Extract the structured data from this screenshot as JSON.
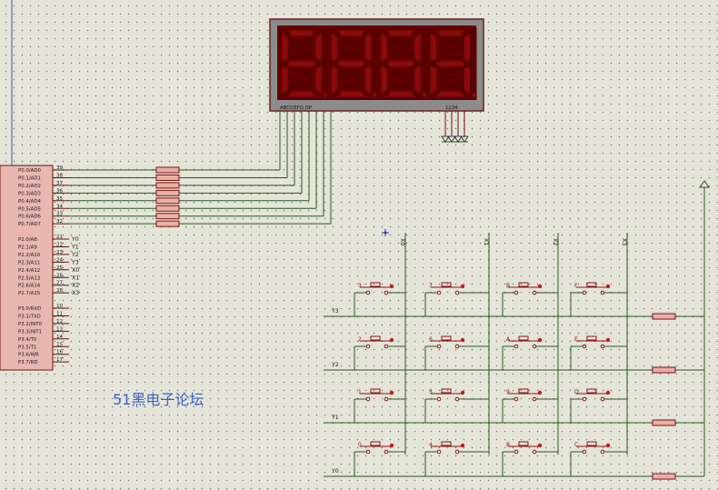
{
  "display": {
    "segment_pins_label": "ABCDEFG  DP",
    "digit_pins_label": "1234"
  },
  "mcu": {
    "port0": [
      {
        "pin": "39",
        "name": "P0.0/AD0"
      },
      {
        "pin": "38",
        "name": "P0.1/AD1"
      },
      {
        "pin": "37",
        "name": "P0.2/AD2"
      },
      {
        "pin": "36",
        "name": "P0.3/AD3"
      },
      {
        "pin": "35",
        "name": "P0.4/AD4"
      },
      {
        "pin": "34",
        "name": "P0.5/AD5"
      },
      {
        "pin": "33",
        "name": "P0.6/AD6"
      },
      {
        "pin": "32",
        "name": "P0.7/AD7"
      }
    ],
    "port2": [
      {
        "pin": "21",
        "name": "P2.0/A8",
        "net": "Y0"
      },
      {
        "pin": "22",
        "name": "P2.1/A9",
        "net": "Y1"
      },
      {
        "pin": "23",
        "name": "P2.2/A10",
        "net": "Y2"
      },
      {
        "pin": "24",
        "name": "P2.3/A11",
        "net": "Y3"
      },
      {
        "pin": "25",
        "name": "P2.4/A12",
        "net": "X0"
      },
      {
        "pin": "26",
        "name": "P2.5/A13",
        "net": "X1"
      },
      {
        "pin": "27",
        "name": "P2.6/A14",
        "net": "X2"
      },
      {
        "pin": "28",
        "name": "P2.7/A15",
        "net": "X3"
      }
    ],
    "port3": [
      {
        "pin": "10",
        "name": "P3.0/RXD"
      },
      {
        "pin": "11",
        "name": "P3.1/TXD"
      },
      {
        "pin": "12",
        "name": "P3.2/INT0"
      },
      {
        "pin": "13",
        "name": "P3.3/INT1"
      },
      {
        "pin": "14",
        "name": "P3.4/T0"
      },
      {
        "pin": "15",
        "name": "P3.5/T1"
      },
      {
        "pin": "16",
        "name": "P3.6/WR"
      },
      {
        "pin": "17",
        "name": "P3.7/RD"
      }
    ]
  },
  "columns": [
    "X0",
    "X1",
    "X2",
    "X3"
  ],
  "rows": [
    {
      "net": "Y3",
      "keys": [
        "3",
        "7",
        "B",
        "F"
      ]
    },
    {
      "net": "Y2",
      "keys": [
        "2",
        "6",
        "A",
        "E"
      ]
    },
    {
      "net": "Y1",
      "keys": [
        "1",
        "5",
        "9",
        "D"
      ]
    },
    {
      "net": "Y0",
      "keys": [
        "0",
        "4",
        "8",
        "C"
      ]
    }
  ],
  "watermark": "51黑电子论坛",
  "colors": {
    "wire": "#2a5a1e",
    "component": "#8b1414",
    "display_bg": "#6b0000",
    "display_frame": "#8c8c8c",
    "watermark": "#3b62c9"
  }
}
